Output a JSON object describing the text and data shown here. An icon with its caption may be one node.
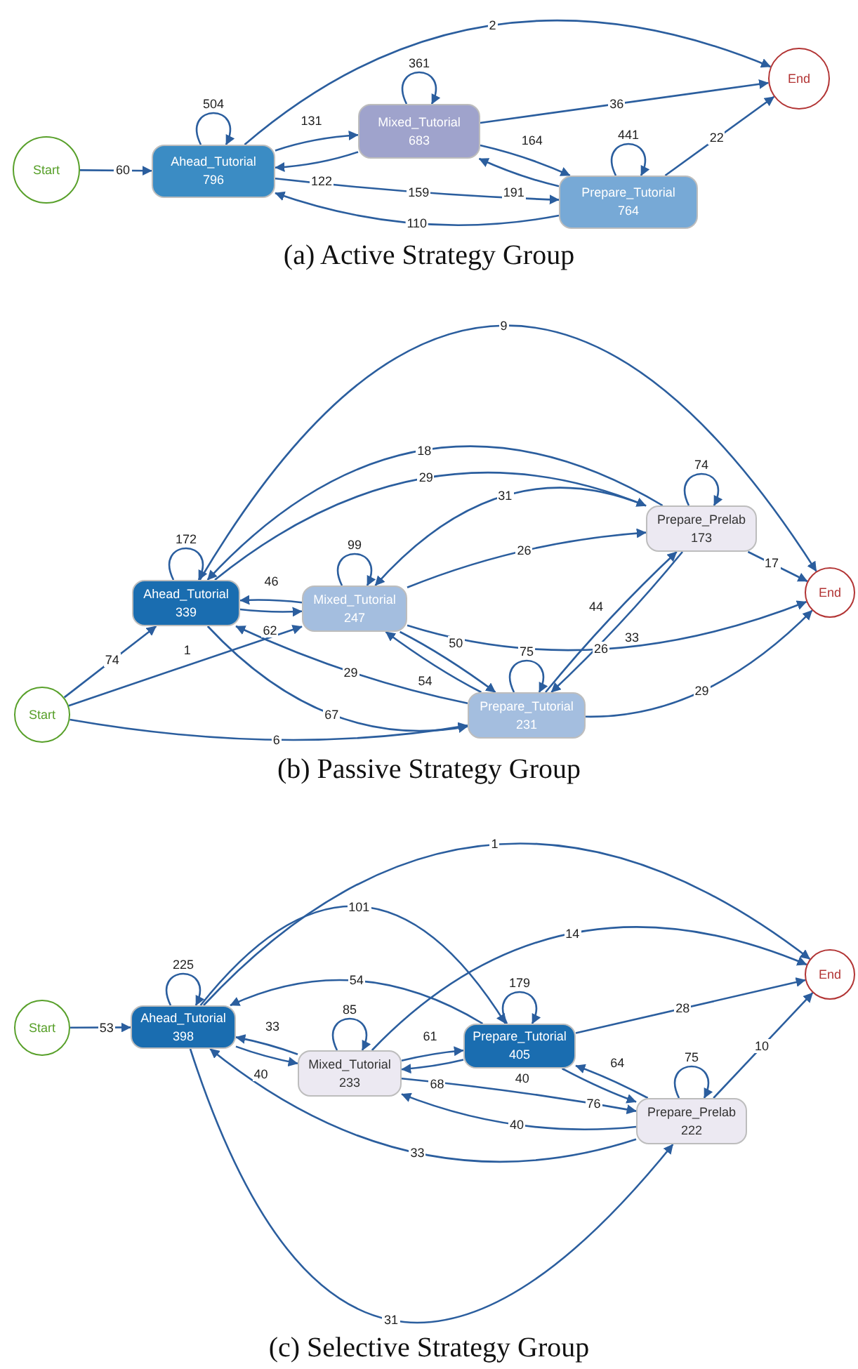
{
  "diagram": {
    "nodes": [
      {
        "text": [
          "Start"
        ]
      },
      {
        "text": [
          "Ahead_Tutorial",
          "796"
        ]
      },
      {
        "text": [
          "Mixed_Tutorial",
          "683"
        ]
      },
      {
        "text": [
          "Prepare_Tutorial",
          "764"
        ]
      },
      {
        "text": [
          "End"
        ]
      },
      {
        "text": [
          "Start"
        ]
      },
      {
        "text": [
          "Ahead_Tutorial",
          "339"
        ]
      },
      {
        "text": [
          "Mixed_Tutorial",
          "247"
        ]
      },
      {
        "text": [
          "Prepare_Prelab",
          "173"
        ]
      },
      {
        "text": [
          "Prepare_Tutorial",
          "231"
        ]
      },
      {
        "text": [
          "End"
        ]
      },
      {
        "text": [
          "Start"
        ]
      },
      {
        "text": [
          "Ahead_Tutorial",
          "398"
        ]
      },
      {
        "text": [
          "Mixed_Tutorial",
          "233"
        ]
      },
      {
        "text": [
          "Prepare_Tutorial",
          "405"
        ]
      },
      {
        "text": [
          "Prepare_Prelab",
          "222"
        ]
      },
      {
        "text": [
          "End"
        ]
      }
    ],
    "edges": [
      {
        "from": 0,
        "to": 1,
        "arrow": "to",
        "label": "60"
      },
      {
        "from": 1,
        "to": 1,
        "arrow": "to",
        "label": "504"
      },
      {
        "from": 1,
        "to": 4,
        "arrow": "to",
        "label": "2"
      },
      {
        "from": 2,
        "to": 2,
        "arrow": "to",
        "label": "361"
      },
      {
        "from": 1,
        "to": 2,
        "arrow": "to",
        "label": "131"
      },
      {
        "from": 2,
        "to": 1,
        "arrow": "to",
        "label": "122"
      },
      {
        "from": 2,
        "to": 4,
        "arrow": "to",
        "label": "36"
      },
      {
        "from": 2,
        "to": 3,
        "arrow": "to",
        "label": "164"
      },
      {
        "from": 3,
        "to": 2,
        "arrow": "to",
        "label": "191"
      },
      {
        "from": 1,
        "to": 3,
        "arrow": "to",
        "label": "159"
      },
      {
        "from": 3,
        "to": 1,
        "arrow": "to",
        "label": "110"
      },
      {
        "from": 3,
        "to": 3,
        "arrow": "to",
        "label": "441"
      },
      {
        "from": 3,
        "to": 4,
        "arrow": "to",
        "label": "22"
      },
      {
        "from": 5,
        "to": 6,
        "arrow": "to",
        "label": "74"
      },
      {
        "from": 5,
        "to": 7,
        "arrow": "to",
        "label": "1"
      },
      {
        "from": 5,
        "to": 9,
        "arrow": "to",
        "label": "6"
      },
      {
        "from": 6,
        "to": 6,
        "arrow": "to",
        "label": "172"
      },
      {
        "from": 6,
        "to": 10,
        "arrow": "to",
        "label": "9"
      },
      {
        "from": 8,
        "to": 6,
        "arrow": "to",
        "label": "18"
      },
      {
        "from": 6,
        "to": 8,
        "arrow": "to",
        "label": "29"
      },
      {
        "from": 8,
        "to": 7,
        "arrow": "to",
        "label": "31"
      },
      {
        "from": 7,
        "to": 8,
        "arrow": "to",
        "label": "26"
      },
      {
        "from": 7,
        "to": 7,
        "arrow": "to",
        "label": "99"
      },
      {
        "from": 7,
        "to": 6,
        "arrow": "to",
        "label": "46"
      },
      {
        "from": 6,
        "to": 7,
        "arrow": "to",
        "label": "62"
      },
      {
        "from": 7,
        "to": 10,
        "arrow": "to",
        "label": "26"
      },
      {
        "from": 9,
        "to": 6,
        "arrow": "to",
        "label": "29"
      },
      {
        "from": 6,
        "to": 9,
        "arrow": "to",
        "label": "67"
      },
      {
        "from": 7,
        "to": 9,
        "arrow": "to",
        "label": "50"
      },
      {
        "from": 9,
        "to": 7,
        "arrow": "to",
        "label": "54"
      },
      {
        "from": 9,
        "to": 9,
        "arrow": "to",
        "label": "75"
      },
      {
        "from": 9,
        "to": 8,
        "arrow": "to",
        "label": "44"
      },
      {
        "from": 8,
        "to": 9,
        "arrow": "to",
        "label": "33"
      },
      {
        "from": 8,
        "to": 8,
        "arrow": "to",
        "label": "74"
      },
      {
        "from": 8,
        "to": 10,
        "arrow": "to",
        "label": "17"
      },
      {
        "from": 9,
        "to": 10,
        "arrow": "to",
        "label": "29"
      },
      {
        "from": 11,
        "to": 12,
        "arrow": "to",
        "label": "53"
      },
      {
        "from": 12,
        "to": 12,
        "arrow": "to",
        "label": "225"
      },
      {
        "from": 12,
        "to": 16,
        "arrow": "to",
        "label": "1"
      },
      {
        "from": 12,
        "to": 14,
        "arrow": "to",
        "label": "101"
      },
      {
        "from": 14,
        "to": 12,
        "arrow": "to",
        "label": "54"
      },
      {
        "from": 13,
        "to": 16,
        "arrow": "to",
        "label": "14"
      },
      {
        "from": 13,
        "to": 13,
        "arrow": "to",
        "label": "85"
      },
      {
        "from": 13,
        "to": 12,
        "arrow": "to",
        "label": "33"
      },
      {
        "from": 12,
        "to": 13,
        "arrow": "to",
        "label": "40"
      },
      {
        "from": 13,
        "to": 14,
        "arrow": "to",
        "label": "61"
      },
      {
        "from": 14,
        "to": 13,
        "arrow": "to",
        "label": "68"
      },
      {
        "from": 14,
        "to": 14,
        "arrow": "to",
        "label": "179"
      },
      {
        "from": 14,
        "to": 16,
        "arrow": "to",
        "label": "28"
      },
      {
        "from": 14,
        "to": 15,
        "arrow": "to",
        "label": "76"
      },
      {
        "from": 15,
        "to": 14,
        "arrow": "to",
        "label": "64"
      },
      {
        "from": 13,
        "to": 15,
        "arrow": "to",
        "label": "40"
      },
      {
        "from": 15,
        "to": 13,
        "arrow": "to",
        "label": "40"
      },
      {
        "from": 15,
        "to": 12,
        "arrow": "to",
        "label": "33"
      },
      {
        "from": 15,
        "to": 15,
        "arrow": "to",
        "label": "75"
      },
      {
        "from": 15,
        "to": 16,
        "arrow": "to",
        "label": "10"
      },
      {
        "from": 12,
        "to": 15,
        "arrow": "to",
        "label": "31"
      }
    ],
    "labels": [
      "(a) Active Strategy Group",
      "(b) Passive Strategy Group",
      "(c) Selective Strategy Group"
    ]
  }
}
